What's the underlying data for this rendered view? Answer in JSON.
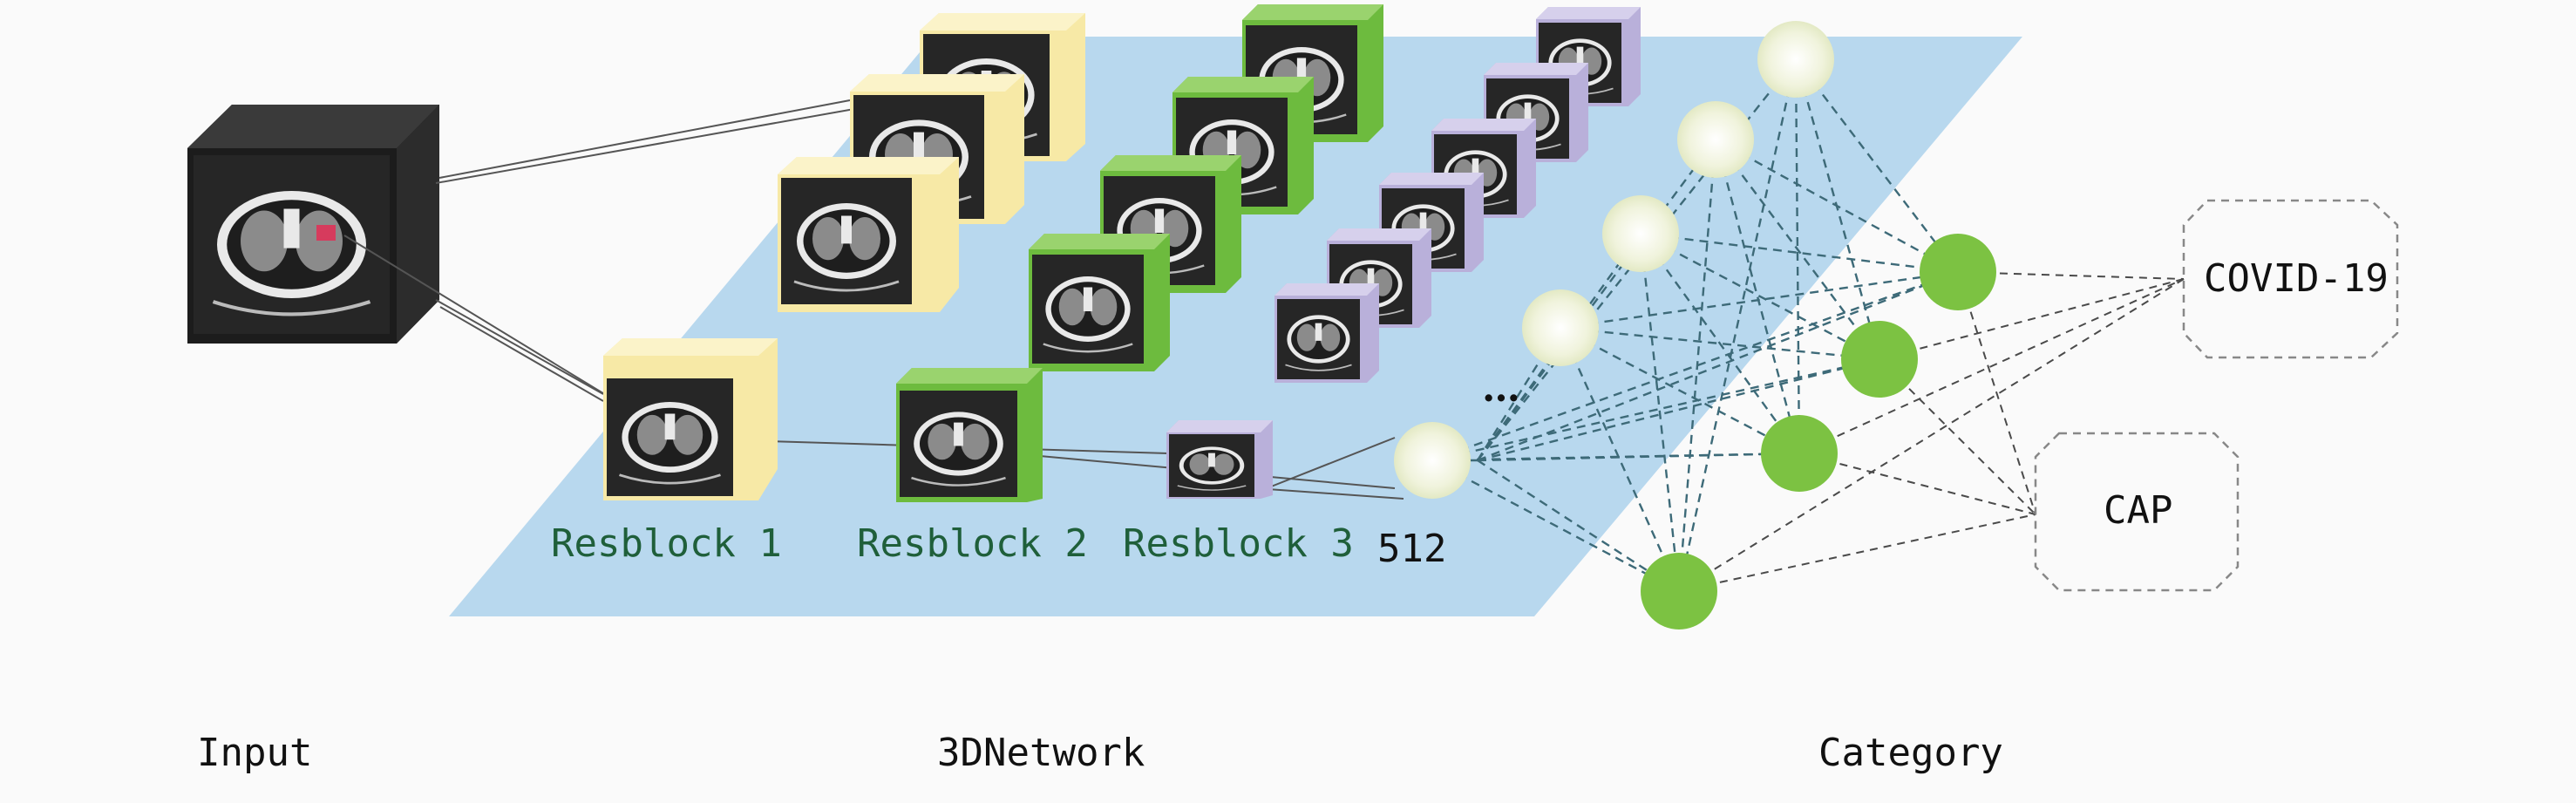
{
  "stages": {
    "input": "Input",
    "network": "3DNetwork",
    "category": "Category"
  },
  "blocks": {
    "resblock1": "Resblock 1",
    "resblock2": "Resblock 2",
    "resblock3": "Resblock 3",
    "features": "512"
  },
  "ellipsis": "…",
  "outputs": {
    "covid": "COVID-19",
    "cap": "CAP"
  },
  "colors": {
    "plane": "#b8d8ee",
    "block1": "#f7e9a6",
    "block2": "#6dbb3e",
    "block3": "#b9b0da",
    "neuron": "#7cc242",
    "faded_neuron": "#eef2d8",
    "scan": "#2b2b2b"
  }
}
